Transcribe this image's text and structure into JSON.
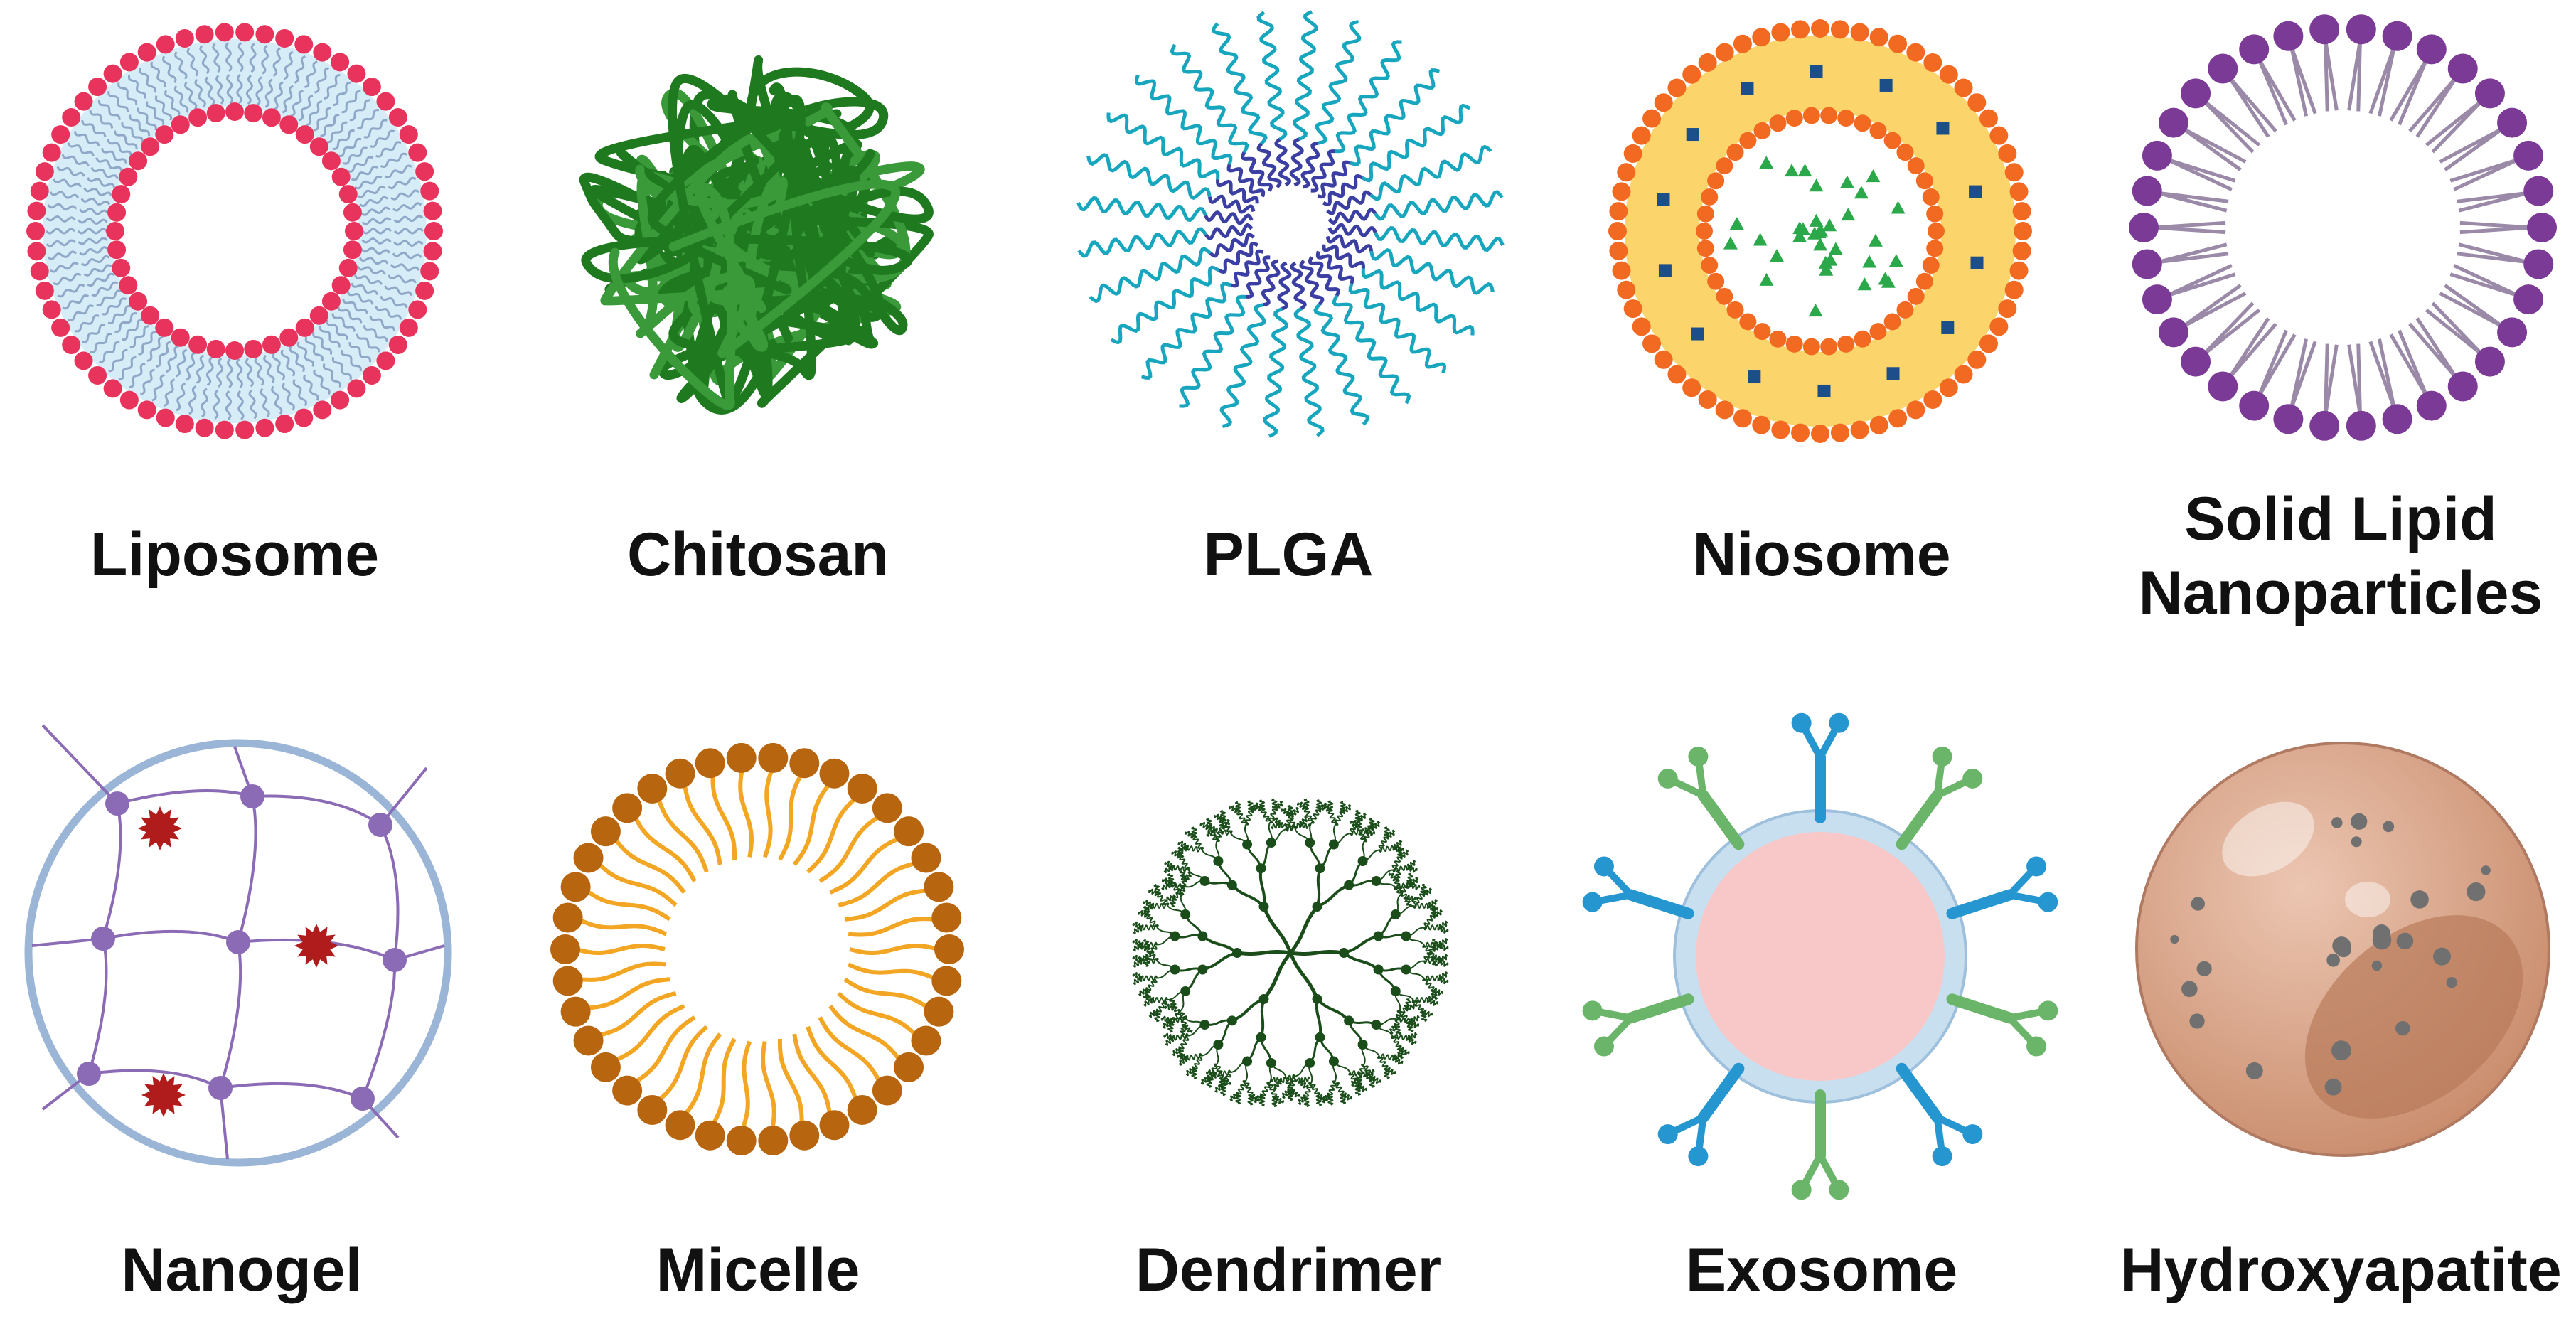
{
  "panels": [
    {
      "id": "liposome",
      "label": "Liposome"
    },
    {
      "id": "chitosan",
      "label": "Chitosan"
    },
    {
      "id": "plga",
      "label": "PLGA"
    },
    {
      "id": "niosome",
      "label": "Niosome"
    },
    {
      "id": "sln",
      "label": "Solid Lipid\nNanoparticles"
    },
    {
      "id": "nanogel",
      "label": "Nanogel"
    },
    {
      "id": "micelle",
      "label": "Micelle"
    },
    {
      "id": "dendrimer",
      "label": "Dendrimer"
    },
    {
      "id": "exosome",
      "label": "Exosome"
    },
    {
      "id": "hydroxyapatite",
      "label": "Hydroxyapatite"
    }
  ],
  "colors": {
    "liposome_head": "#e8345c",
    "liposome_fill": "#d6ecf7",
    "liposome_tail": "#8fa8c8",
    "chitosan": "#1f7a1f",
    "plga_inner": "#3b3fa3",
    "plga_outer": "#18a6bf",
    "niosome_head": "#f26a22",
    "niosome_fill": "#fbd56b",
    "niosome_drug": "#1c4e8a",
    "niosome_cargo": "#2aa84a",
    "sln_head": "#7b3a96",
    "sln_tail": "#9a8aa8",
    "nanogel_border": "#9ab5d6",
    "nanogel_node": "#8b6bb5",
    "nanogel_drug": "#b01c1c",
    "micelle_head": "#b8650f",
    "micelle_tail": "#f2a623",
    "dendrimer": "#1b4d1b",
    "exosome_core": "#f8c8c8",
    "exosome_membrane": "#c8dff0",
    "exosome_receptor_blue": "#2596d0",
    "exosome_receptor_green": "#6ab56a",
    "hydroxyapatite_fill": "#d8a890",
    "hydroxyapatite_dark": "#b87a5a",
    "hydroxyapatite_dot": "#707070"
  }
}
